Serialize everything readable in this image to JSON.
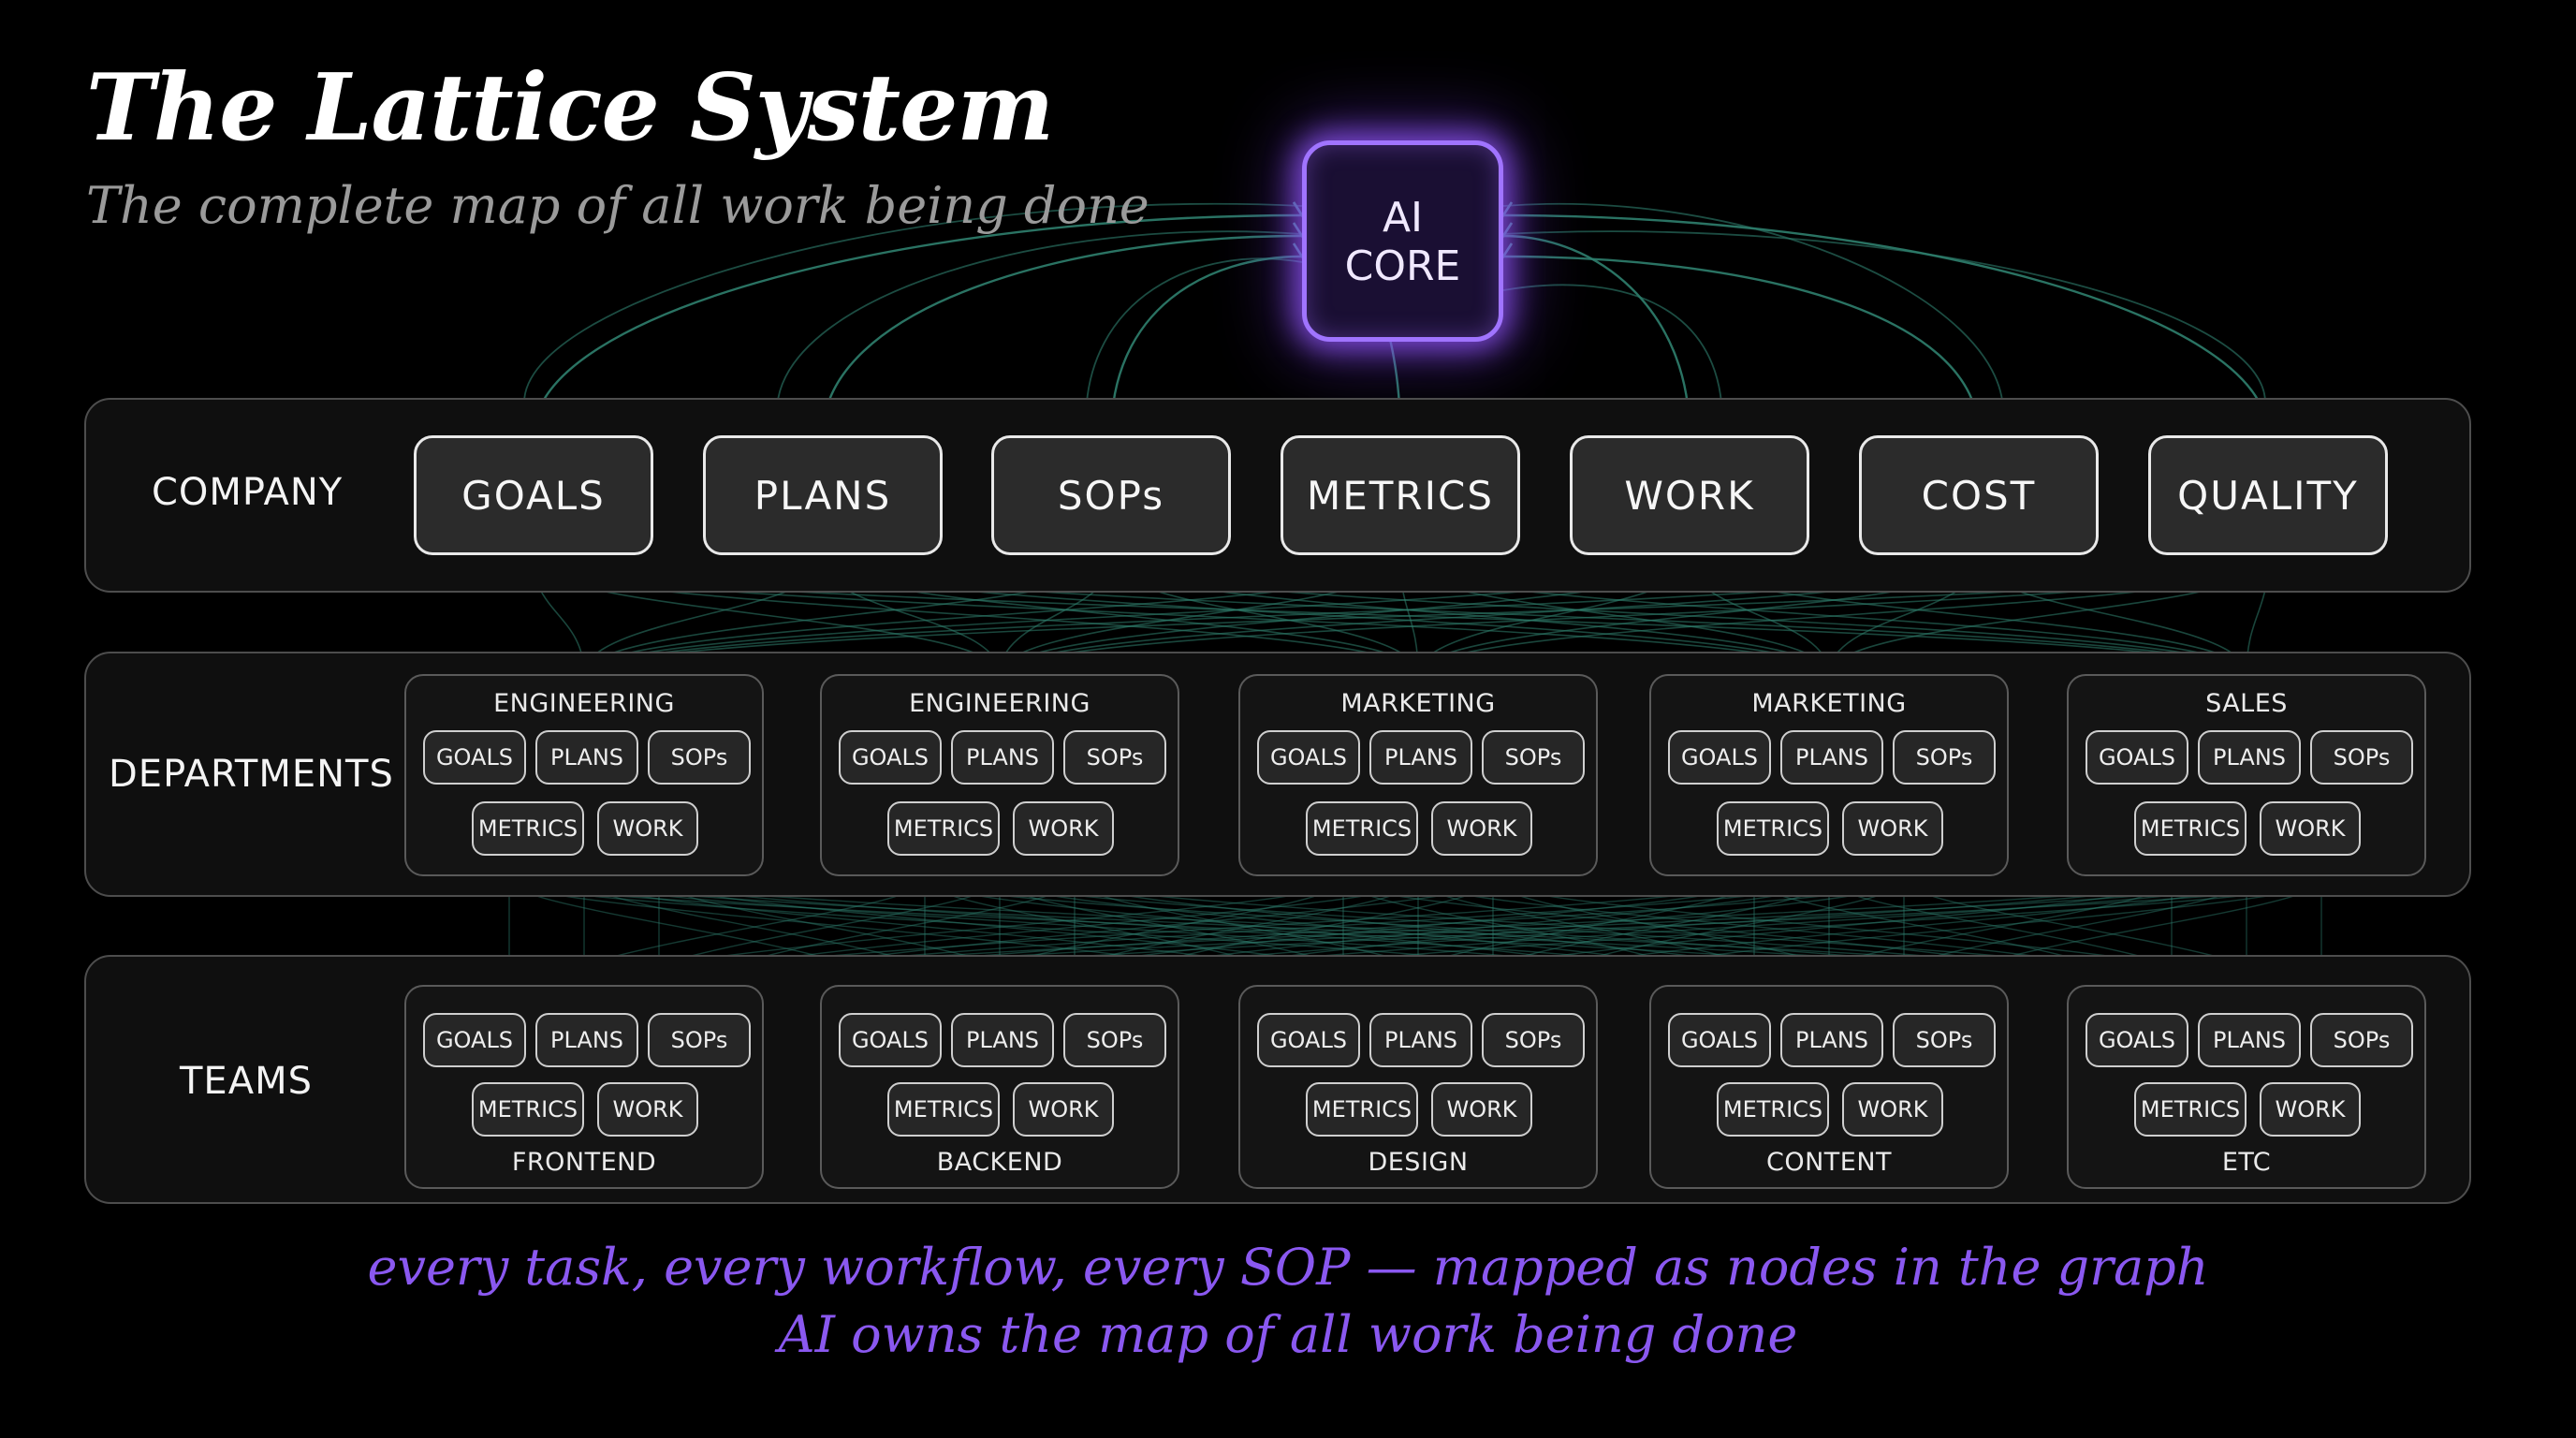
{
  "title": "The Lattice System",
  "subtitle": "The complete map of all work being done",
  "core": {
    "line1": "AI",
    "line2": "CORE"
  },
  "colors": {
    "accent": "#a074ff",
    "wire": "#2f7f6e",
    "footer": "#8a58f0"
  },
  "company": {
    "label": "COMPANY",
    "nodes": [
      "GOALS",
      "PLANS",
      "SOPs",
      "METRICS",
      "WORK",
      "COST",
      "QUALITY"
    ]
  },
  "departments": {
    "label": "DEPARTMENTS",
    "groups": [
      {
        "name": "ENGINEERING",
        "items": [
          "GOALS",
          "PLANS",
          "SOPs",
          "METRICS",
          "WORK"
        ]
      },
      {
        "name": "ENGINEERING",
        "items": [
          "GOALS",
          "PLANS",
          "SOPs",
          "METRICS",
          "WORK"
        ]
      },
      {
        "name": "MARKETING",
        "items": [
          "GOALS",
          "PLANS",
          "SOPs",
          "METRICS",
          "WORK"
        ]
      },
      {
        "name": "MARKETING",
        "items": [
          "GOALS",
          "PLANS",
          "SOPs",
          "METRICS",
          "WORK"
        ]
      },
      {
        "name": "SALES",
        "items": [
          "GOALS",
          "PLANS",
          "SOPs",
          "METRICS",
          "WORK"
        ]
      }
    ]
  },
  "teams": {
    "label": "TEAMS",
    "groups": [
      {
        "name": "FRONTEND",
        "items": [
          "GOALS",
          "PLANS",
          "SOPs",
          "METRICS",
          "WORK"
        ]
      },
      {
        "name": "BACKEND",
        "items": [
          "GOALS",
          "PLANS",
          "SOPs",
          "METRICS",
          "WORK"
        ]
      },
      {
        "name": "DESIGN",
        "items": [
          "GOALS",
          "PLANS",
          "SOPs",
          "METRICS",
          "WORK"
        ]
      },
      {
        "name": "CONTENT",
        "items": [
          "GOALS",
          "PLANS",
          "SOPs",
          "METRICS",
          "WORK"
        ]
      },
      {
        "name": "ETC",
        "items": [
          "GOALS",
          "PLANS",
          "SOPs",
          "METRICS",
          "WORK"
        ]
      }
    ]
  },
  "footer": {
    "line1": "every task, every workflow, every SOP — mapped as nodes in the graph",
    "line2": "AI owns the map of all work being done"
  }
}
